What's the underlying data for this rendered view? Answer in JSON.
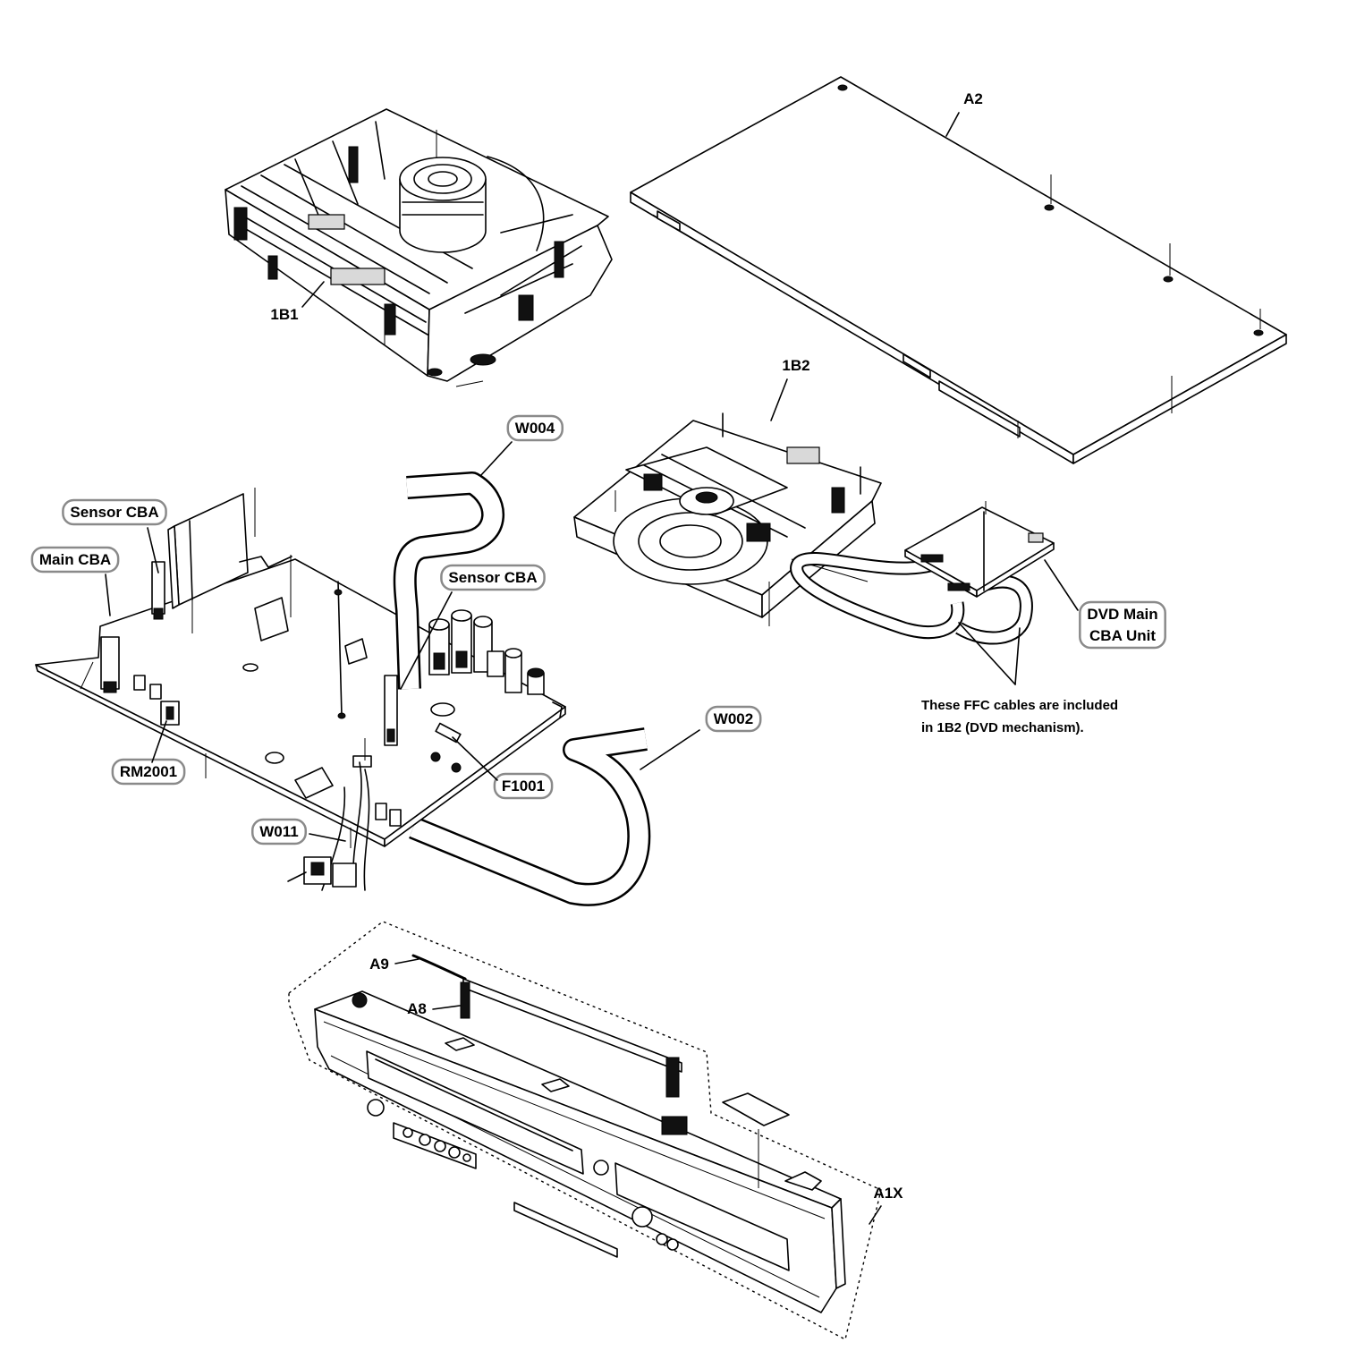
{
  "labels": {
    "a2": "A2",
    "part_1b1": "1B1",
    "part_1b2": "1B2",
    "w004": "W004",
    "sensor_cba_left": "Sensor CBA",
    "main_cba": "Main CBA",
    "sensor_cba_right": "Sensor CBA",
    "dvd_main_cba_line1": "DVD Main",
    "dvd_main_cba_line2": "CBA Unit",
    "w002": "W002",
    "rm2001": "RM2001",
    "f1001": "F1001",
    "w011": "W011",
    "a9": "A9",
    "a8": "A8",
    "a1x": "A1X"
  },
  "note": {
    "line1": "These FFC cables are included",
    "line2": "in 1B2 (DVD mechanism)."
  }
}
